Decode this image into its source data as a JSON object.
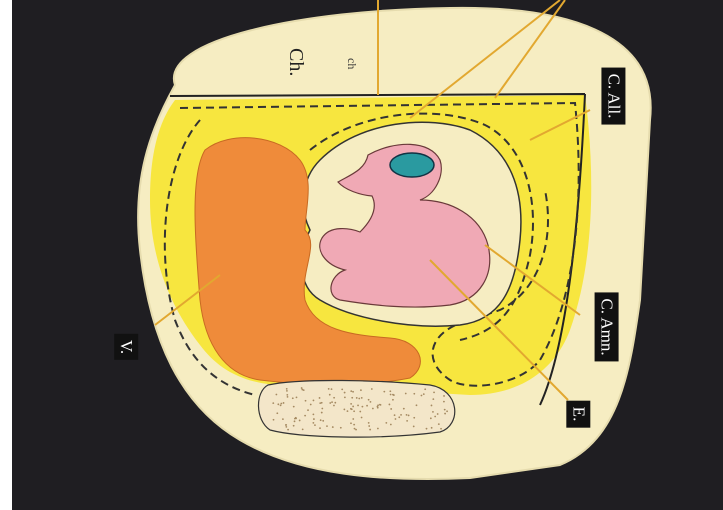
{
  "labels": {
    "chorion_abbrev": "Ch.",
    "chorion_small": "ch",
    "allantoic_cavity": "C. All.",
    "amniotic_cavity": "C. Amn.",
    "embryo": "E.",
    "yolk_sac": "V."
  },
  "colors": {
    "background": "#1f1e22",
    "chorion_fill": "#f6edc2",
    "allantois_fill": "#f7e63f",
    "yolk_sac_fill": "#ef8b3a",
    "embryo_fill": "#f0a9b5",
    "eye_fill": "#2a9aa0",
    "leader_lines": "#e2a830"
  }
}
